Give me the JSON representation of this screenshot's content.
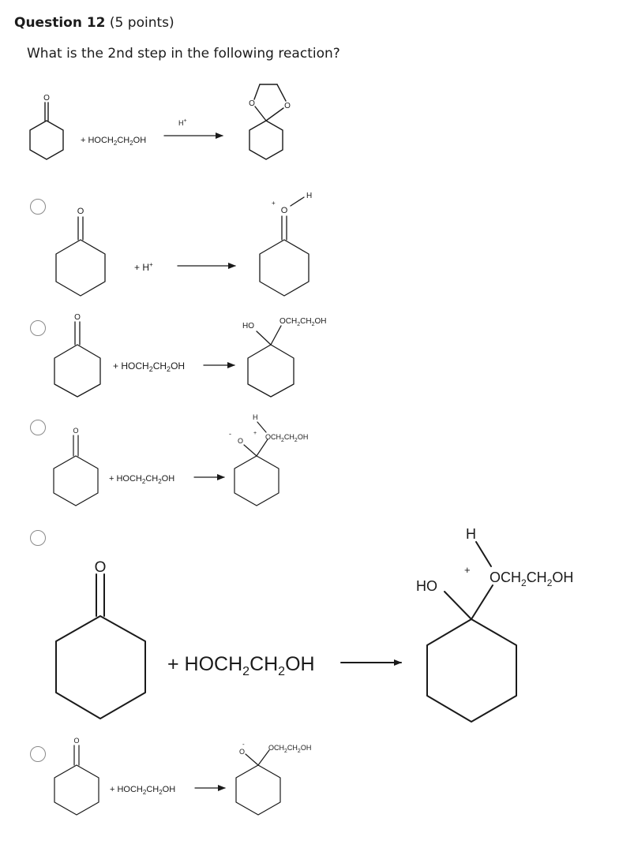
{
  "question": {
    "number_label": "Question 12",
    "points_label": "(5 points)",
    "prompt": "What is the 2nd step in the following reaction?"
  },
  "scheme": {
    "reagent": "+ HOCH2CH2OH",
    "catalyst": "H+",
    "product": "cyclohexanone ethylene acetal"
  },
  "options": [
    {
      "id": "a",
      "selected": false
    },
    {
      "id": "b",
      "selected": false
    },
    {
      "id": "c",
      "selected": false
    },
    {
      "id": "d",
      "selected": false
    },
    {
      "id": "e",
      "selected": false
    }
  ]
}
